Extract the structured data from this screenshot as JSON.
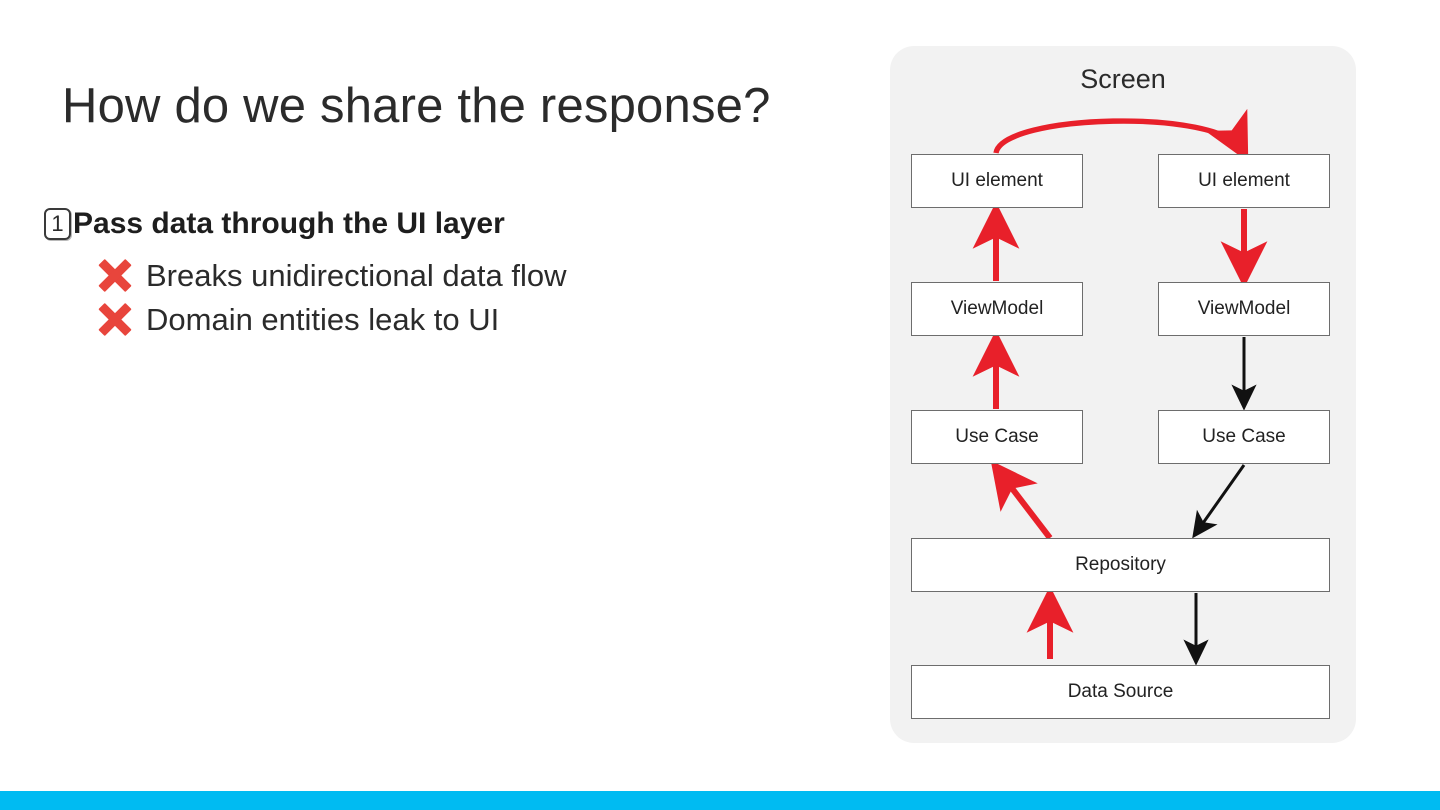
{
  "slide": {
    "title": "How do we share the response?",
    "point": {
      "number": "1",
      "text": "Pass data through the UI layer"
    },
    "subpoints": [
      {
        "icon": "cross-mark-icon",
        "label": "Breaks unidirectional data flow"
      },
      {
        "icon": "cross-mark-icon",
        "label": "Domain entities leak to UI"
      }
    ]
  },
  "diagram": {
    "title": "Screen",
    "nodes": {
      "ui_left": "UI element",
      "ui_right": "UI element",
      "vm_left": "ViewModel",
      "vm_right": "ViewModel",
      "uc_left": "Use Case",
      "uc_right": "Use Case",
      "repository": "Repository",
      "data_source": "Data Source"
    },
    "edges": [
      {
        "from": "ui_left",
        "to": "ui_right",
        "style": "curved",
        "color": "#e8202a"
      },
      {
        "from": "ui_right",
        "to": "vm_right",
        "style": "straight-down",
        "color": "#e8202a"
      },
      {
        "from": "vm_right",
        "to": "uc_right",
        "style": "straight-down",
        "color": "#111111"
      },
      {
        "from": "uc_right",
        "to": "repository",
        "style": "diagonal-down-left",
        "color": "#111111"
      },
      {
        "from": "repository",
        "to": "data_source",
        "style": "straight-down",
        "color": "#111111"
      },
      {
        "from": "data_source",
        "to": "repository",
        "style": "straight-up",
        "color": "#e8202a"
      },
      {
        "from": "repository",
        "to": "uc_left",
        "style": "diagonal-up-left",
        "color": "#e8202a"
      },
      {
        "from": "uc_left",
        "to": "vm_left",
        "style": "straight-up",
        "color": "#e8202a"
      },
      {
        "from": "vm_left",
        "to": "ui_left",
        "style": "straight-up",
        "color": "#e8202a"
      }
    ]
  },
  "colors": {
    "accent_bar": "#00bbf2",
    "highlight_red": "#e8202a",
    "cross_mark_red": "#e8453c",
    "panel_background": "#f2f2f2",
    "node_border": "#6d6d6d",
    "text": "#2b2b2b"
  }
}
